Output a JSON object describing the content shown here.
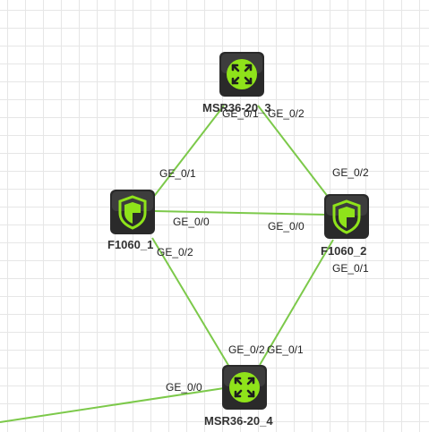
{
  "theme": {
    "link_color": "#7cc94a",
    "device_body": "#1e1e1e",
    "device_accent": "#8fe31a"
  },
  "nodes": [
    {
      "id": "msr3",
      "label": "MSR36-20_3",
      "type": "router",
      "icon": "router-icon"
    },
    {
      "id": "f1",
      "label": "F1060_1",
      "type": "firewall",
      "icon": "firewall-shield-icon"
    },
    {
      "id": "f2",
      "label": "F1060_2",
      "type": "firewall",
      "icon": "firewall-shield-icon"
    },
    {
      "id": "msr4",
      "label": "MSR36-20_4",
      "type": "router",
      "icon": "router-icon"
    }
  ],
  "links": [
    {
      "from": "msr3",
      "to": "f1",
      "from_port": "GE_0/1",
      "to_port": "GE_0/1"
    },
    {
      "from": "msr3",
      "to": "f2",
      "from_port": "GE_0/2",
      "to_port": "GE_0/2"
    },
    {
      "from": "f1",
      "to": "f2",
      "from_port": "GE_0/0",
      "to_port": "GE_0/0"
    },
    {
      "from": "f1",
      "to": "msr4",
      "from_port": "GE_0/2",
      "to_port": "GE_0/2"
    },
    {
      "from": "f2",
      "to": "msr4",
      "from_port": "GE_0/1",
      "to_port": "GE_0/1"
    },
    {
      "from": "msr4",
      "to": "offscreen",
      "from_port": "GE_0/0",
      "to_port": ""
    }
  ]
}
